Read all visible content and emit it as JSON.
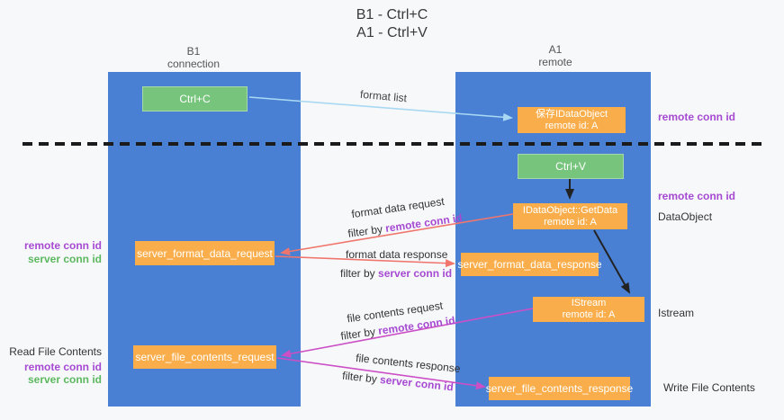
{
  "colors": {
    "background": "#f7f8fa",
    "column_blue": "#4a80d4",
    "box_green": "#77c47c",
    "box_orange": "#f9ae4b",
    "label_purple": "#a64ad2",
    "label_green": "#5cb85f",
    "arrow_salmon": "#f0766d",
    "arrow_magenta": "#cc4fc6",
    "arrow_lightblue": "#a9d8f3",
    "arrow_black": "#222222",
    "text_dark": "#333333"
  },
  "title": {
    "line1": "B1 - Ctrl+C",
    "line2": "A1 - Ctrl+V"
  },
  "lifelines": {
    "left": {
      "name": "B1",
      "role": "connection"
    },
    "right": {
      "name": "A1",
      "role": "remote"
    }
  },
  "nodes": {
    "ctrl_c": {
      "label": "Ctrl+C"
    },
    "save_dataobject": {
      "line1": "保存IDataObject",
      "line2": "remote id: A"
    },
    "ctrl_v": {
      "label": "Ctrl+V"
    },
    "getdata": {
      "line1": "IDataObject::GetData",
      "line2": "remote id: A"
    },
    "istream": {
      "line1": "IStream",
      "line2": "remote id: A"
    },
    "format_request": {
      "label": "server_format_data_request"
    },
    "format_response": {
      "label": "server_format_data_response"
    },
    "file_request": {
      "label": "server_file_contents_request"
    },
    "file_response": {
      "label": "server_file_contents_response"
    }
  },
  "edge_labels": {
    "format_list": "format list",
    "format_data_request": "format data request",
    "format_data_request_filter": {
      "prefix": "filter by ",
      "value": "remote conn id"
    },
    "format_data_response": "format data response",
    "format_data_response_filter": {
      "prefix": "filter by ",
      "value": "server conn id"
    },
    "file_contents_request": "file contents request",
    "file_contents_request_filter": {
      "prefix": "filter by ",
      "value": "remote conn id"
    },
    "file_contents_response": "file contents response",
    "file_contents_response_filter": {
      "prefix": "filter by ",
      "value": "server conn id"
    }
  },
  "side_labels": {
    "right_remote_conn_id_top": "remote conn id",
    "right_remote_conn_id_mid": "remote conn id",
    "dataobject": "DataObject",
    "istream": "Istream",
    "write_file_contents": "Write File Contents",
    "left_remote_conn_id_1": "remote conn id",
    "left_server_conn_id_1": "server conn id",
    "read_file_contents": "Read File Contents",
    "left_remote_conn_id_2": "remote conn id",
    "left_server_conn_id_2": "server conn id"
  }
}
